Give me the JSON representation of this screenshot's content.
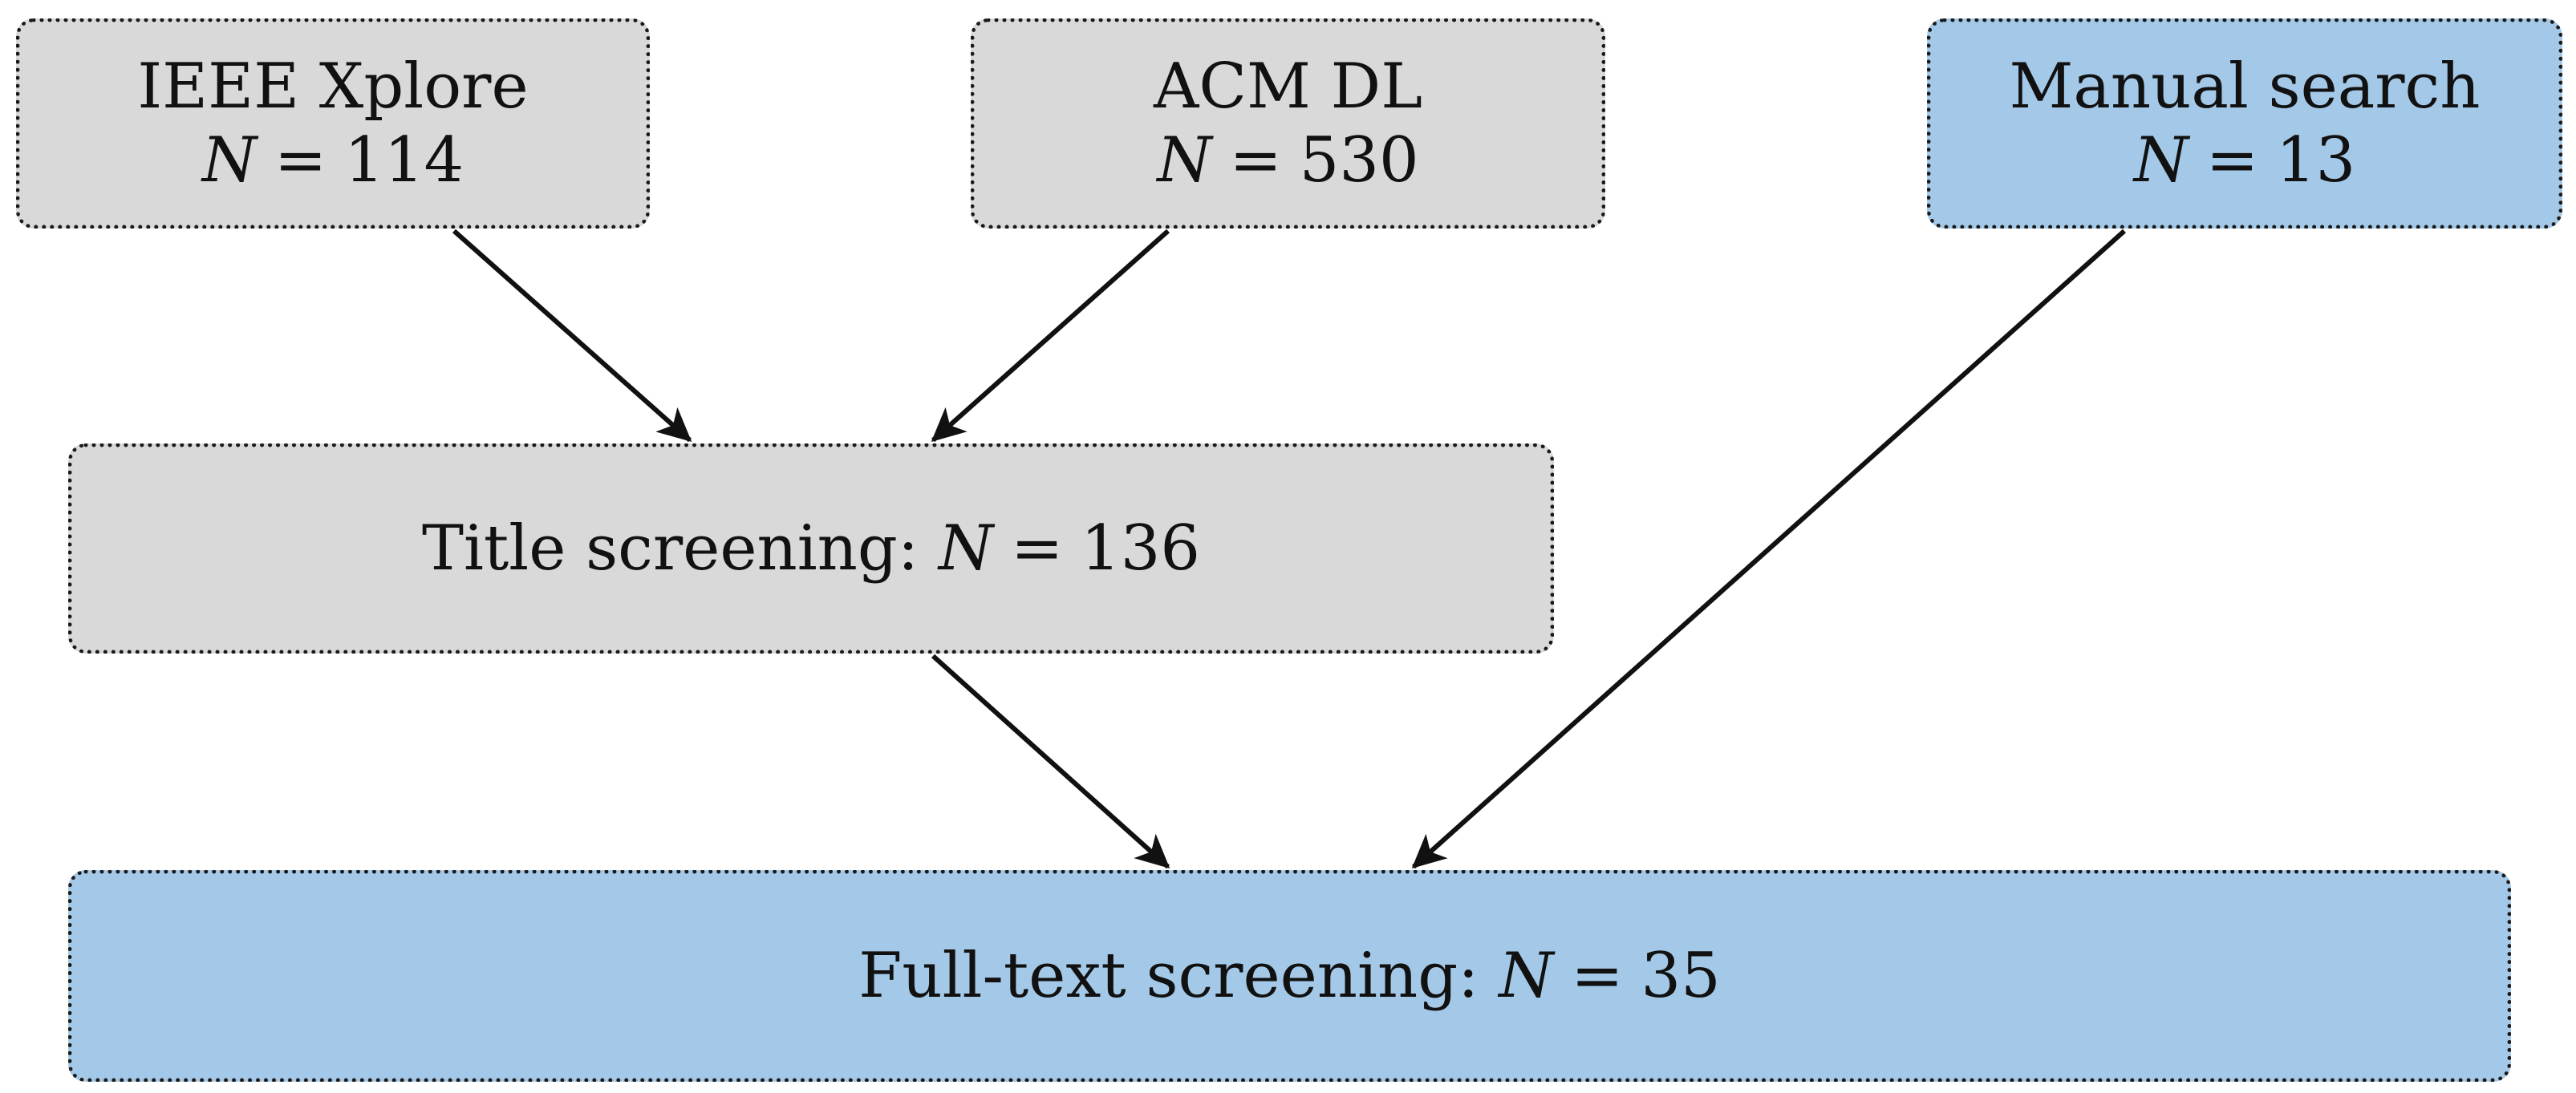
{
  "nodes": {
    "ieee": {
      "line1": "IEEE Xplore",
      "var": "N",
      "eq": "=",
      "value": "114"
    },
    "acm": {
      "line1": "ACM DL",
      "var": "N",
      "eq": "=",
      "value": "530"
    },
    "manual": {
      "line1": "Manual search",
      "var": "N",
      "eq": "=",
      "value": "13"
    },
    "title": {
      "label": "Title screening:",
      "var": "N",
      "eq": "=",
      "value": "136"
    },
    "full": {
      "label": "Full-text screening:",
      "var": "N",
      "eq": "=",
      "value": "35"
    }
  },
  "edges": [
    {
      "from": "ieee",
      "to": "title"
    },
    {
      "from": "acm",
      "to": "title"
    },
    {
      "from": "title",
      "to": "full"
    },
    {
      "from": "manual",
      "to": "full"
    }
  ],
  "colors": {
    "gray_fill": "#d9d9d9",
    "blue_fill": "#a4c9e8",
    "border": "#1a1a1a",
    "arrow": "#111111"
  }
}
